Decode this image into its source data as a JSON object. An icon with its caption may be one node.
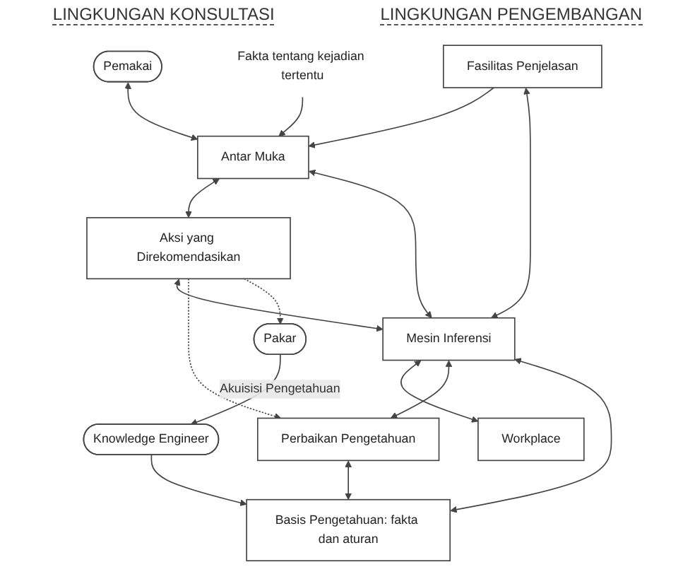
{
  "diagram": {
    "nodes": [
      {
        "text": [
          "Pemakai"
        ]
      },
      {
        "text": [
          "Fakta tentang kejadian tertentu"
        ]
      },
      {
        "text": [
          "Antar Muka"
        ]
      },
      {
        "text": [
          "Fasilitas Penjelasan"
        ]
      },
      {
        "text": [
          "Basis Pengetahuan: fakta dan aturan"
        ]
      },
      {
        "text": [
          "Knowledge Engineer"
        ]
      },
      {
        "text": [
          "Aksi yang Direkomendasikan"
        ]
      },
      {
        "text": [
          "Mesin Inferensi"
        ]
      },
      {
        "text": [
          "Pakar"
        ]
      },
      {
        "text": [
          "Workplace"
        ]
      },
      {
        "text": [
          "Perbaikan Pengetahuan"
        ]
      }
    ],
    "edges": [
      {
        "from": 0,
        "to": 2,
        "arrow": "both"
      },
      {
        "from": 1,
        "to": 2,
        "arrow": "to"
      },
      {
        "from": 2,
        "to": 6,
        "arrow": "both"
      },
      {
        "from": 2,
        "to": 7,
        "arrow": "both"
      },
      {
        "from": 3,
        "to": 2,
        "arrow": "to"
      },
      {
        "from": 3,
        "to": 7,
        "arrow": "both"
      },
      {
        "from": 4,
        "to": 7,
        "arrow": "both"
      },
      {
        "from": 10,
        "to": 4,
        "arrow": "both"
      },
      {
        "from": 5,
        "to": 4,
        "arrow": "to"
      },
      {
        "from": 8,
        "to": 5,
        "arrow": "to",
        "label": "Akuisisi Pengetahuan"
      },
      {
        "from": 6,
        "to": 7,
        "arrow": "both"
      },
      {
        "from": 7,
        "to": 9,
        "arrow": "both"
      },
      {
        "from": 7,
        "to": 10,
        "arrow": "both"
      },
      {
        "from": 6,
        "to": 10,
        "arrow": "to",
        "style": "dashed"
      },
      {
        "from": 6,
        "to": 8,
        "arrow": "to",
        "style": "dashed"
      }
    ],
    "labels": [
      "LINGKUNGAN KONSULTASI",
      "LINGKUNGAN PENGEMBANGAN"
    ]
  }
}
